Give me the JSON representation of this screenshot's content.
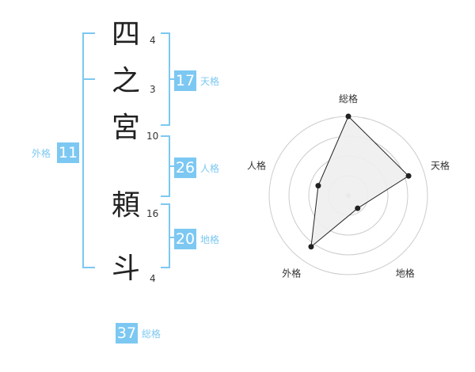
{
  "name": {
    "chars": [
      {
        "char": "四",
        "strokes": "4"
      },
      {
        "char": "之",
        "strokes": "3"
      },
      {
        "char": "宮",
        "strokes": "10"
      },
      {
        "char": "頼",
        "strokes": "16"
      },
      {
        "char": "斗",
        "strokes": "4"
      }
    ]
  },
  "scores": {
    "tenkaku": {
      "value": "17",
      "label": "天格"
    },
    "jinkaku": {
      "value": "26",
      "label": "人格"
    },
    "chikaku": {
      "value": "20",
      "label": "地格"
    },
    "gaikaku": {
      "value": "11",
      "label": "外格"
    },
    "soukaku": {
      "value": "37",
      "label": "総格"
    }
  },
  "colors": {
    "accent": "#7cc8f2",
    "grid": "#cccccc",
    "fill": "#eeeeee",
    "line": "#222222"
  },
  "chart_data": {
    "type": "radar",
    "axes": [
      "総格",
      "天格",
      "地格",
      "外格",
      "人格"
    ],
    "values": [
      5,
      4,
      1,
      4,
      2
    ],
    "max": 5,
    "rings": 4
  }
}
